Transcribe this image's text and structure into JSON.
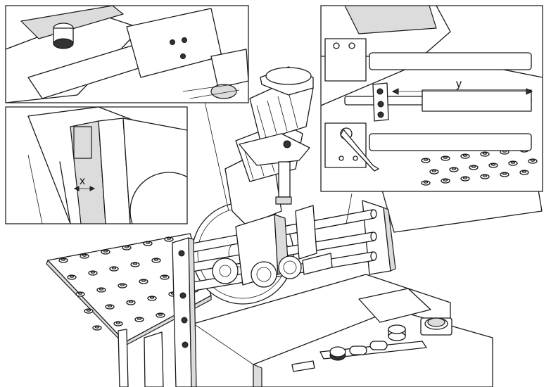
{
  "labels": {
    "x_dimension": "x",
    "y_dimension": "y"
  },
  "colors": {
    "line": "#1a1a1a",
    "shade_light": "#dcdcdc",
    "shade_dark": "#8e8e8e",
    "background": "#ffffff"
  },
  "insets": [
    {
      "name": "knob-detail"
    },
    {
      "name": "blade-gap-detail"
    },
    {
      "name": "rail-guide-detail"
    }
  ]
}
